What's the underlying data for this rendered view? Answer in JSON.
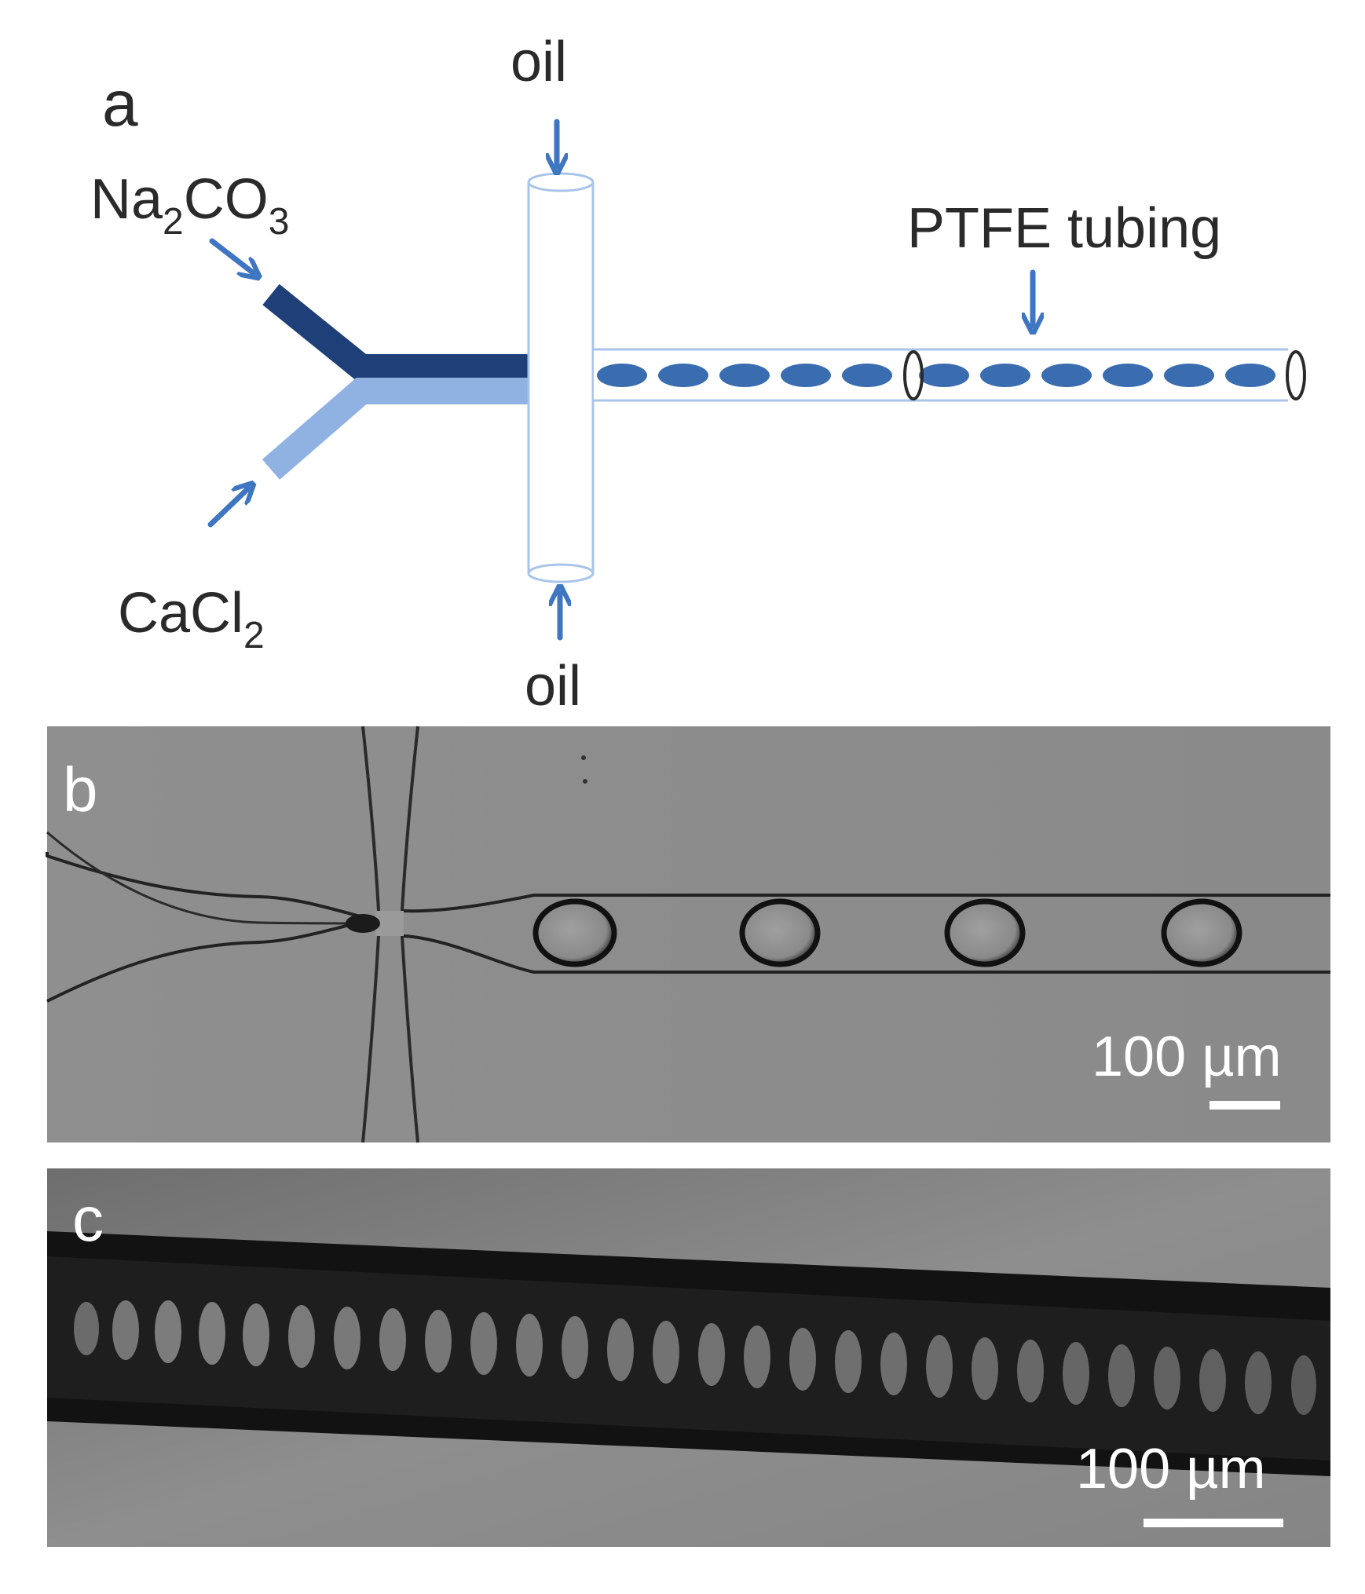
{
  "panel_a": {
    "letter": "a",
    "inlet_top_chem": {
      "base": "Na",
      "sub1": "2",
      "mid": "CO",
      "sub2": "3"
    },
    "inlet_bottom_chem": {
      "base": "CaCl",
      "sub": "2"
    },
    "oil_top": "oil",
    "oil_bottom": "oil",
    "tubing": "PTFE tubing"
  },
  "panel_b": {
    "letter": "b",
    "scale_label": "100 µm"
  },
  "panel_c": {
    "letter": "c",
    "scale_label": "100 µm"
  },
  "colors": {
    "dark_blue": "#1f3f78",
    "light_blue": "#8fb2e3",
    "arrow_blue": "#3f76c2",
    "outline_blue": "#a9c4ea",
    "droplet_blue": "#3a6cb0"
  }
}
